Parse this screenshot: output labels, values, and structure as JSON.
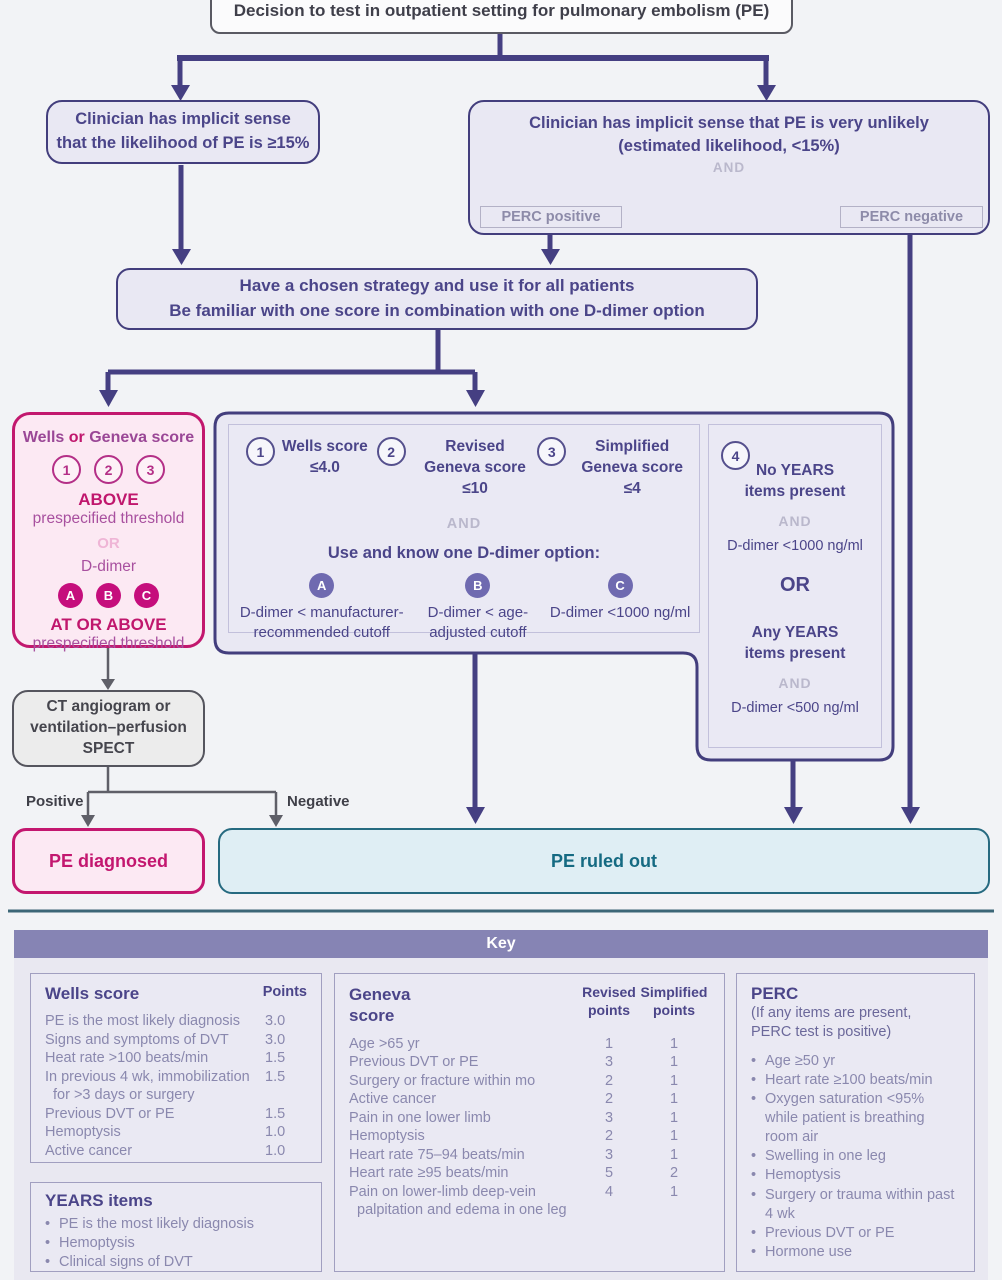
{
  "flowchart": {
    "top_box": "Decision to test in outpatient setting for pulmonary embolism (PE)",
    "left_box": {
      "line1": "Clinician has implicit sense",
      "line2": "that the likelihood of PE is ≥15%"
    },
    "right_box": {
      "line1": "Clinician has implicit sense that PE is very unlikely",
      "line2": "(estimated likelihood, <15%)",
      "and_label": "AND",
      "perc_positive": "PERC positive",
      "perc_negative": "PERC negative"
    },
    "strategy_box": {
      "line1": "Have a chosen strategy and use it for all patients",
      "line2": "Be familiar with one score in combination with one D-dimer option"
    },
    "pink_box": {
      "title_pre": "Wells",
      "title_or": "or",
      "title_post": "Geneva score",
      "badges": [
        "1",
        "2",
        "3"
      ],
      "above": "ABOVE",
      "threshold1": "prespecified threshold",
      "or_label": "OR",
      "ddimer": "D-dimer",
      "option_badges": [
        "A",
        "B",
        "C"
      ],
      "at_or_above": "AT OR ABOVE",
      "threshold2": "prespecified threshold"
    },
    "scores_panel": {
      "items": [
        {
          "num": "1",
          "label": "Wells score",
          "label2": "≤4.0"
        },
        {
          "num": "2",
          "label": "Revised",
          "label2": "Geneva score ≤10"
        },
        {
          "num": "3",
          "label": "Simplified",
          "label2": "Geneva score ≤4"
        }
      ],
      "and_label": "AND",
      "ddimer_heading": "Use and know one D-dimer option:",
      "options": [
        {
          "badge": "A",
          "line1": "D-dimer < manufacturer-",
          "line2": "recommended cutoff"
        },
        {
          "badge": "B",
          "line1": "D-dimer < age-",
          "line2": "adjusted cutoff"
        },
        {
          "badge": "C",
          "line1": "D-dimer <1000 ng/ml",
          "line2": ""
        }
      ]
    },
    "years_panel": {
      "num": "4",
      "no_years_1": "No YEARS",
      "no_years_2": "items present",
      "and1": "AND",
      "d1": "D-dimer <1000 ng/ml",
      "or_label": "OR",
      "any_years_1": "Any YEARS",
      "any_years_2": "items present",
      "and2": "AND",
      "d2": "D-dimer <500 ng/ml"
    },
    "ct_box": {
      "line1": "CT angiogram or",
      "line2": "ventilation–perfusion",
      "line3": "SPECT"
    },
    "positive_label": "Positive",
    "negative_label": "Negative",
    "pe_diagnosed": "PE diagnosed",
    "pe_ruled_out": "PE ruled out"
  },
  "key": {
    "title": "Key",
    "wells": {
      "title": "Wells score",
      "points_header": "Points",
      "rows": [
        {
          "label": "PE is the most likely diagnosis",
          "value": "3.0"
        },
        {
          "label": "Signs and symptoms of DVT",
          "value": "3.0"
        },
        {
          "label": "Heat rate >100 beats/min",
          "value": "1.5"
        },
        {
          "label": "In previous 4 wk, immobilization",
          "label2": "for >3 days or surgery",
          "value": "1.5"
        },
        {
          "label": "Previous DVT or PE",
          "value": "1.5"
        },
        {
          "label": "Hemoptysis",
          "value": "1.0"
        },
        {
          "label": "Active cancer",
          "value": "1.0"
        }
      ]
    },
    "years": {
      "title": "YEARS items",
      "items": [
        "PE is the most likely diagnosis",
        "Hemoptysis",
        "Clinical signs of DVT"
      ]
    },
    "geneva": {
      "title1": "Geneva",
      "title2": "score",
      "col_revised_1": "Revised",
      "col_revised_2": "points",
      "col_simplified_1": "Simplified",
      "col_simplified_2": "points",
      "rows": [
        {
          "label": "Age >65 yr",
          "revised": "1",
          "simplified": "1"
        },
        {
          "label": "Previous DVT or PE",
          "revised": "3",
          "simplified": "1"
        },
        {
          "label": "Surgery or fracture within mo",
          "revised": "2",
          "simplified": "1"
        },
        {
          "label": "Active cancer",
          "revised": "2",
          "simplified": "1"
        },
        {
          "label": "Pain in one lower limb",
          "revised": "3",
          "simplified": "1"
        },
        {
          "label": "Hemoptysis",
          "revised": "2",
          "simplified": "1"
        },
        {
          "label": "Heart rate 75–94 beats/min",
          "revised": "3",
          "simplified": "1"
        },
        {
          "label": "Heart rate ≥95 beats/min",
          "revised": "5",
          "simplified": "2"
        },
        {
          "label": "Pain on lower-limb deep-vein",
          "label2": "palpitation and edema in one leg",
          "revised": "4",
          "simplified": "1"
        }
      ]
    },
    "perc": {
      "title": "PERC",
      "subtitle1": "(If any items are present,",
      "subtitle2": "PERC test is positive)",
      "items": [
        "Age ≥50 yr",
        "Heart rate ≥100 beats/min",
        "Oxygen saturation <95% while patient is breathing room air",
        "Swelling in one leg",
        "Hemoptysis",
        "Surgery or trauma within past 4 wk",
        "Previous DVT or PE",
        "Hormone use"
      ]
    }
  },
  "colors": {
    "navy": "#433e7d",
    "lavender_fill": "#e9e8f3",
    "pink_border": "#c2186e",
    "pink_fill": "#fce9f3",
    "teal_border": "#266a80",
    "teal_fill": "#dfeef4",
    "key_bar": "#8684b4",
    "gray_box": "#ececec"
  }
}
